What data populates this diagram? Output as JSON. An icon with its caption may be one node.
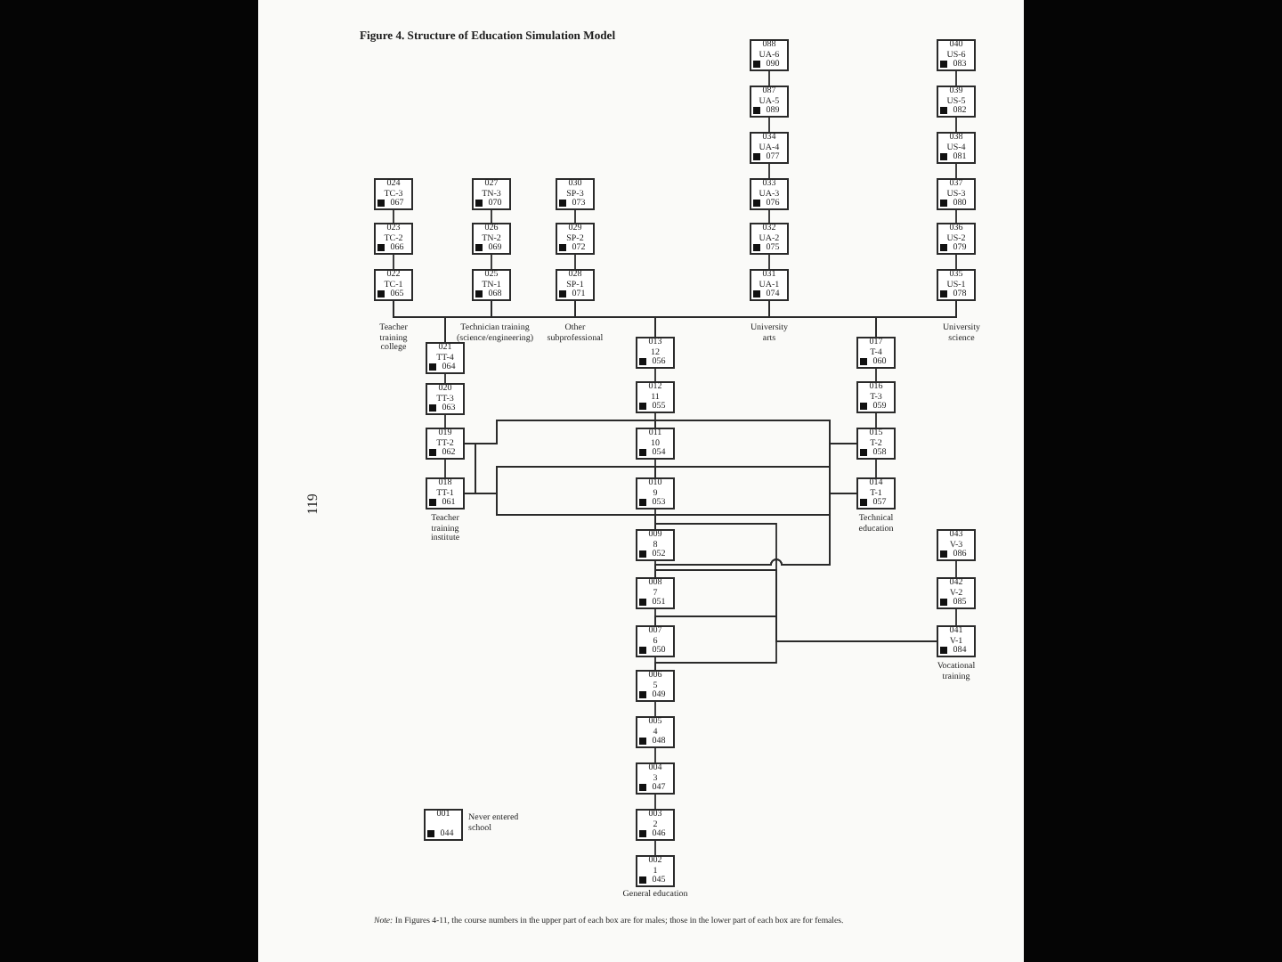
{
  "diagram": {
    "title": "Figure 4. Structure of Education Simulation Model",
    "caption": "*Note:* In Figures 4-11, the course numbers in the upper part of each box are for males; those in the lower part of each box are for females.",
    "nodes": [
      {
        "text": [
          "088",
          "UA-6",
          "090"
        ]
      },
      {
        "text": [
          "040",
          "US-6",
          "083"
        ]
      },
      {
        "text": [
          "087",
          "UA-5",
          "089"
        ]
      },
      {
        "text": [
          "039",
          "US-5",
          "082"
        ]
      },
      {
        "text": [
          "034",
          "UA-4",
          "077"
        ]
      },
      {
        "text": [
          "038",
          "US-4",
          "081"
        ]
      },
      {
        "text": [
          "024",
          "TC-3",
          "067"
        ]
      },
      {
        "text": [
          "027",
          "TN-3",
          "070"
        ]
      },
      {
        "text": [
          "030",
          "SP-3",
          "073"
        ]
      },
      {
        "text": [
          "033",
          "UA-3",
          "076"
        ]
      },
      {
        "text": [
          "037",
          "US-3",
          "080"
        ]
      },
      {
        "text": [
          "023",
          "TC-2",
          "066"
        ]
      },
      {
        "text": [
          "026",
          "TN-2",
          "069"
        ]
      },
      {
        "text": [
          "029",
          "SP-2",
          "072"
        ]
      },
      {
        "text": [
          "032",
          "UA-2",
          "075"
        ]
      },
      {
        "text": [
          "036",
          "US-2",
          "079"
        ]
      },
      {
        "text": [
          "022",
          "TC-1",
          "065"
        ]
      },
      {
        "text": [
          "025",
          "TN-1",
          "068"
        ]
      },
      {
        "text": [
          "028",
          "SP-1",
          "071"
        ]
      },
      {
        "text": [
          "031",
          "UA-1",
          "074"
        ]
      },
      {
        "text": [
          "035",
          "US-1",
          "078"
        ]
      },
      {
        "text": [
          "021",
          "TT-4",
          "064"
        ]
      },
      {
        "text": [
          "013",
          "12",
          "056"
        ]
      },
      {
        "text": [
          "017",
          "T-4",
          "060"
        ]
      },
      {
        "text": [
          "020",
          "TT-3",
          "063"
        ]
      },
      {
        "text": [
          "012",
          "11",
          "055"
        ]
      },
      {
        "text": [
          "016",
          "T-3",
          "059"
        ]
      },
      {
        "text": [
          "019",
          "TT-2",
          "062"
        ]
      },
      {
        "text": [
          "011",
          "10",
          "054"
        ]
      },
      {
        "text": [
          "015",
          "T-2",
          "058"
        ]
      },
      {
        "text": [
          "018",
          "TT-1",
          "061"
        ],
        "beside": [
          "Teacher training institute"
        ]
      },
      {
        "text": [
          "010",
          "9",
          "053"
        ]
      },
      {
        "text": [
          "014",
          "T-1",
          "057"
        ],
        "beside": [
          "Technical education"
        ]
      },
      {
        "text": [
          "009",
          "8",
          "052"
        ]
      },
      {
        "text": [
          "043",
          "V-3",
          "086"
        ]
      },
      {
        "text": [
          "008",
          "7",
          "051"
        ]
      },
      {
        "text": [
          "042",
          "V-2",
          "085"
        ]
      },
      {
        "text": [
          "007",
          "6",
          "050"
        ]
      },
      {
        "text": [
          "041",
          "V-1",
          "084"
        ],
        "beside": [
          "Vocational training"
        ]
      },
      {
        "text": [
          "006",
          "5",
          "049"
        ]
      },
      {
        "text": [
          "005",
          "4",
          "048"
        ]
      },
      {
        "text": [
          "004",
          "3",
          "047"
        ]
      },
      {
        "text": [
          "001",
          "044"
        ],
        "beside": [
          "Never entered school"
        ]
      },
      {
        "text": [
          "003",
          "2",
          "046"
        ]
      },
      {
        "text": [
          "002",
          "1",
          "045"
        ],
        "beside": [
          "General education"
        ]
      }
    ],
    "edges": [
      {
        "from": 16,
        "to": 11,
        "arrow": "none"
      },
      {
        "from": 11,
        "to": 6,
        "arrow": "none"
      },
      {
        "from": 17,
        "to": 12,
        "arrow": "none"
      },
      {
        "from": 12,
        "to": 7,
        "arrow": "none"
      },
      {
        "from": 18,
        "to": 13,
        "arrow": "none"
      },
      {
        "from": 13,
        "to": 8,
        "arrow": "none"
      },
      {
        "from": 19,
        "to": 14,
        "arrow": "none"
      },
      {
        "from": 14,
        "to": 9,
        "arrow": "none"
      },
      {
        "from": 9,
        "to": 4,
        "arrow": "none"
      },
      {
        "from": 4,
        "to": 2,
        "arrow": "none"
      },
      {
        "from": 2,
        "to": 0,
        "arrow": "none"
      },
      {
        "from": 20,
        "to": 15,
        "arrow": "none"
      },
      {
        "from": 15,
        "to": 10,
        "arrow": "none"
      },
      {
        "from": 10,
        "to": 5,
        "arrow": "none"
      },
      {
        "from": 5,
        "to": 3,
        "arrow": "none"
      },
      {
        "from": 3,
        "to": 1,
        "arrow": "none"
      },
      {
        "from": 21,
        "to": 16,
        "arrow": "none"
      },
      {
        "from": 21,
        "to": 17,
        "arrow": "none"
      },
      {
        "from": 21,
        "to": 18,
        "arrow": "none"
      },
      {
        "from": 21,
        "to": 19,
        "arrow": "none"
      },
      {
        "from": 21,
        "to": 20,
        "arrow": "none"
      },
      {
        "from": 22,
        "to": 16,
        "arrow": "none"
      },
      {
        "from": 22,
        "to": 17,
        "arrow": "none"
      },
      {
        "from": 22,
        "to": 18,
        "arrow": "none"
      },
      {
        "from": 22,
        "to": 19,
        "arrow": "none"
      },
      {
        "from": 22,
        "to": 20,
        "arrow": "none"
      },
      {
        "from": 23,
        "to": 16,
        "arrow": "none"
      },
      {
        "from": 23,
        "to": 17,
        "arrow": "none"
      },
      {
        "from": 23,
        "to": 18,
        "arrow": "none"
      },
      {
        "from": 23,
        "to": 19,
        "arrow": "none"
      },
      {
        "from": 23,
        "to": 20,
        "arrow": "none"
      },
      {
        "from": 30,
        "to": 27,
        "arrow": "none"
      },
      {
        "from": 27,
        "to": 24,
        "arrow": "none"
      },
      {
        "from": 24,
        "to": 21,
        "arrow": "none"
      },
      {
        "from": 44,
        "to": 43,
        "arrow": "none"
      },
      {
        "from": 43,
        "to": 41,
        "arrow": "none"
      },
      {
        "from": 41,
        "to": 40,
        "arrow": "none"
      },
      {
        "from": 40,
        "to": 39,
        "arrow": "none"
      },
      {
        "from": 39,
        "to": 37,
        "arrow": "none"
      },
      {
        "from": 37,
        "to": 35,
        "arrow": "none"
      },
      {
        "from": 35,
        "to": 33,
        "arrow": "none"
      },
      {
        "from": 33,
        "to": 31,
        "arrow": "none"
      },
      {
        "from": 31,
        "to": 28,
        "arrow": "none"
      },
      {
        "from": 28,
        "to": 25,
        "arrow": "none"
      },
      {
        "from": 25,
        "to": 22,
        "arrow": "none"
      },
      {
        "from": 32,
        "to": 29,
        "arrow": "none"
      },
      {
        "from": 29,
        "to": 26,
        "arrow": "none"
      },
      {
        "from": 26,
        "to": 23,
        "arrow": "none"
      },
      {
        "from": 38,
        "to": 36,
        "arrow": "none"
      },
      {
        "from": 36,
        "to": 34,
        "arrow": "none"
      },
      {
        "from": 28,
        "to": 27,
        "arrow": "none"
      },
      {
        "from": 28,
        "to": 30,
        "arrow": "none"
      },
      {
        "from": 31,
        "to": 27,
        "arrow": "none"
      },
      {
        "from": 31,
        "to": 30,
        "arrow": "none"
      },
      {
        "from": 33,
        "to": 27,
        "arrow": "none"
      },
      {
        "from": 33,
        "to": 30,
        "arrow": "none"
      },
      {
        "from": 28,
        "to": 29,
        "arrow": "none"
      },
      {
        "from": 28,
        "to": 32,
        "arrow": "none"
      },
      {
        "from": 31,
        "to": 29,
        "arrow": "none"
      },
      {
        "from": 31,
        "to": 32,
        "arrow": "none"
      },
      {
        "from": 33,
        "to": 29,
        "arrow": "none"
      },
      {
        "from": 33,
        "to": 32,
        "arrow": "none"
      },
      {
        "from": 35,
        "to": 29,
        "arrow": "none"
      },
      {
        "from": 35,
        "to": 32,
        "arrow": "none"
      },
      {
        "from": 33,
        "to": 38,
        "arrow": "none"
      },
      {
        "from": 35,
        "to": 38,
        "arrow": "none"
      },
      {
        "from": 37,
        "to": 38,
        "arrow": "none"
      },
      {
        "from": 39,
        "to": 38,
        "arrow": "none"
      }
    ],
    "labels": [
      "Teacher training college",
      "Technician training (science/engineering)",
      "Other subprofessional",
      "University arts",
      "University science",
      "119"
    ]
  }
}
